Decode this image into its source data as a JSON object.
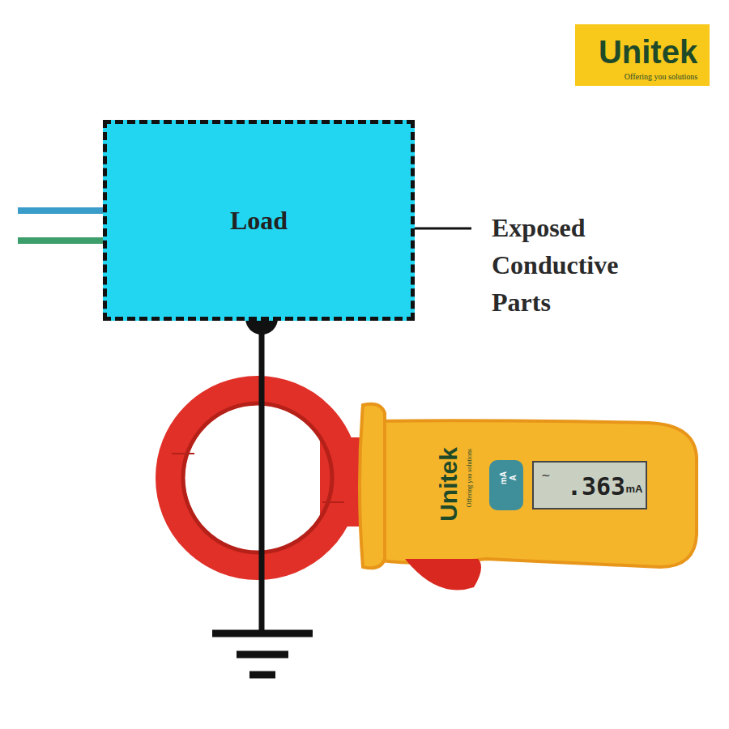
{
  "diagram": {
    "nodes": [
      {
        "text": [
          "Load"
        ]
      }
    ],
    "labels": [
      "Unitek",
      "Offering you solutions",
      "Exposed Conductive Parts",
      "Unitek",
      "Offering you solutions",
      "mA",
      "A",
      ".363",
      "mA"
    ]
  }
}
